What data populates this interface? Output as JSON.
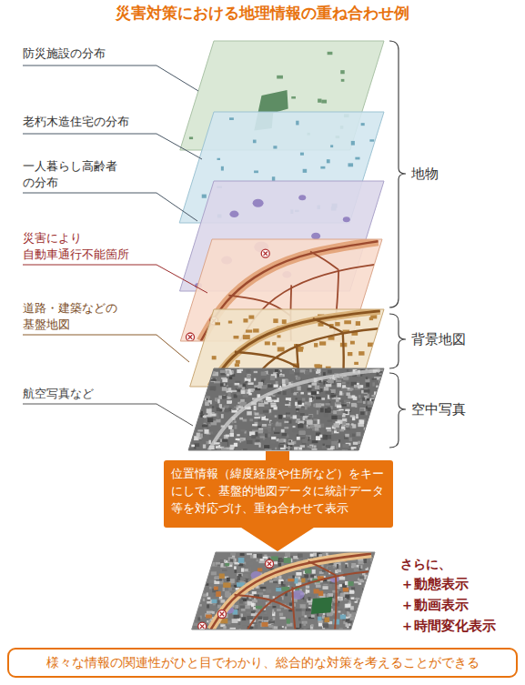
{
  "diagram": {
    "title": "災害対策における地理情報の重ね合わせ例",
    "nodes": [
      {
        "text": [
          "位置情報（緯度経度や住所など）をキー にして、基盤的地図データに統計データ 等を対応づけ、重ね合わせて表示"
        ]
      },
      {
        "text": [
          "様々な情報の関連性がひと目でわかり、総合的な対策を考えることができる"
        ]
      }
    ],
    "labels": [
      "防災施設の分布",
      "老朽木造住宅の分布",
      "一人暮らし高齢者 の分布",
      "災害により 自動車通行不能箇所",
      "道路・建築などの 基盤地図",
      "航空写真など",
      "地物",
      "背景地図",
      "空中写真",
      "さらに、",
      "＋動態表示",
      "＋動画表示",
      "＋時間変化表示"
    ]
  }
}
